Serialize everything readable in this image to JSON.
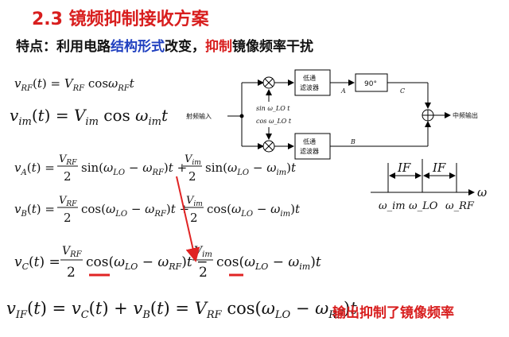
{
  "title": "2.3 镜频抑制接收方案",
  "feature": {
    "prefix": "特点：利用电路",
    "highlight_structure": "结构形式",
    "middle": "改变，",
    "highlight_suppress": "抑制",
    "suffix": "镜像频率干扰"
  },
  "equations": {
    "v_rf": "v_RF(t) = V_RF cos ω_RF t",
    "v_im": "v_im(t) = V_im cos ω_im t",
    "v_a": "v_A(t) = (V_RF/2) sin(ω_LO − ω_RF)t + (V_im/2) sin(ω_LO − ω_im)t",
    "v_b": "v_B(t) = (V_RF/2) cos(ω_LO − ω_RF)t + (V_im/2) cos(ω_LO − ω_im)t",
    "v_c": "v_C(t) = (V_RF/2) cos(ω_LO − ω_RF)t − (V_im/2) cos(ω_LO − ω_im)t",
    "v_if": "v_IF(t) = v_C(t) + v_B(t) = V_RF cos(ω_LO − ω_RF)t"
  },
  "block_diagram": {
    "input_label": "射频输入",
    "output_label": "中频输出",
    "lpf_label_line1": "低通",
    "lpf_label_line2": "滤波器",
    "phase_shifter": "90°",
    "sin_lo": "sin ω_LO t",
    "cos_lo": "cos ω_LO t",
    "node_a": "A",
    "node_b": "B",
    "node_c": "C"
  },
  "spectrum": {
    "if_label": "IF",
    "omega": "ω",
    "w_im": "ω_im",
    "w_lo": "ω_LO",
    "w_rf": "ω_RF"
  },
  "conclusion": "输出抑制了镜像频率",
  "colors": {
    "title": "#d81e1e",
    "highlight": "#1f3fbf",
    "arrow": "#e02424"
  }
}
